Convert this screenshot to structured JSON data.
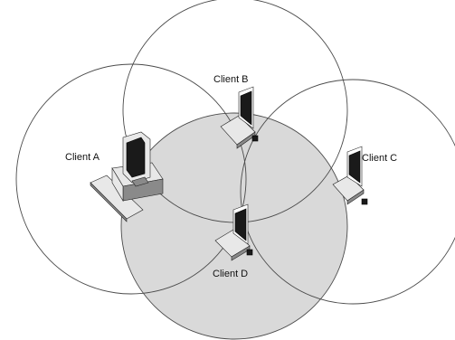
{
  "diagram": {
    "clients": [
      {
        "id": "A",
        "label": "Client A",
        "device": "desktop-computer-icon"
      },
      {
        "id": "B",
        "label": "Client B",
        "device": "laptop-icon"
      },
      {
        "id": "C",
        "label": "Client C",
        "device": "laptop-icon"
      },
      {
        "id": "D",
        "label": "Client D",
        "device": "laptop-icon"
      }
    ],
    "shaded_range": "D",
    "colors": {
      "background": "#ffffff",
      "range_stroke": "#4a4a4a",
      "shaded_fill": "#d9d9d9",
      "label_text": "#111111"
    }
  }
}
